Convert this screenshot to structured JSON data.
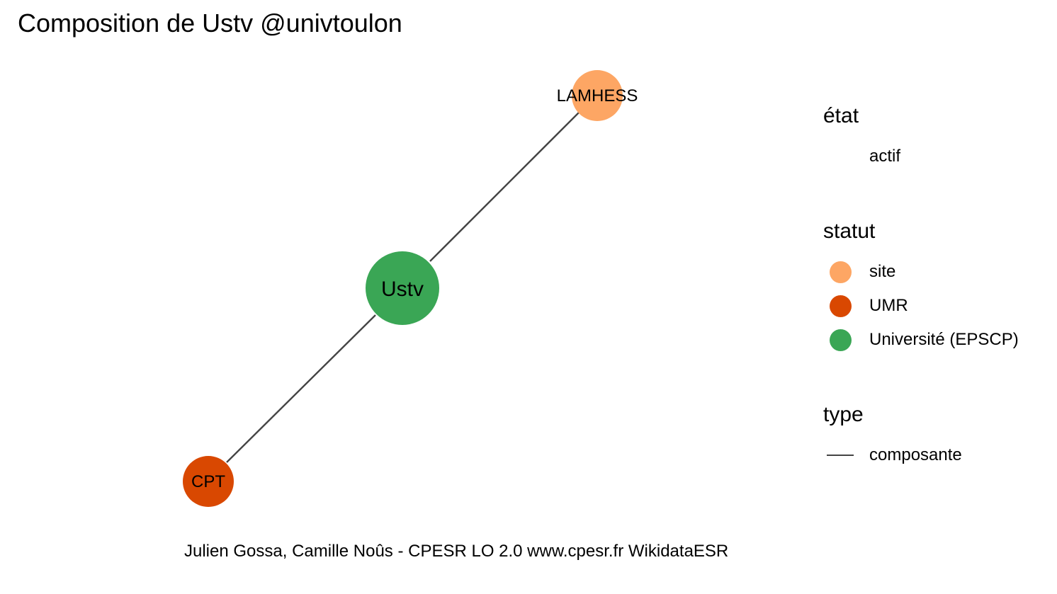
{
  "title": "Composition de Ustv @univtoulon",
  "graph": {
    "nodes": [
      {
        "id": "ustv",
        "label": "Ustv",
        "statut": "Université (EPSCP)",
        "color": "#3aa655"
      },
      {
        "id": "lamhess",
        "label": "LAMHESS",
        "statut": "site",
        "color": "#fda664"
      },
      {
        "id": "cpt",
        "label": "CPT",
        "statut": "UMR",
        "color": "#d94801"
      }
    ],
    "edges": [
      {
        "from": "ustv",
        "to": "lamhess",
        "type": "composante"
      },
      {
        "from": "ustv",
        "to": "cpt",
        "type": "composante"
      }
    ],
    "edge_color": "#444444"
  },
  "legend": {
    "etat": {
      "title": "état",
      "items": [
        {
          "label": "actif"
        }
      ]
    },
    "statut": {
      "title": "statut",
      "items": [
        {
          "label": "site",
          "color": "#fda664"
        },
        {
          "label": "UMR",
          "color": "#d94801"
        },
        {
          "label": "Université (EPSCP)",
          "color": "#3aa655"
        }
      ]
    },
    "type": {
      "title": "type",
      "items": [
        {
          "label": "composante",
          "color": "#444444"
        }
      ]
    }
  },
  "caption": "Julien Gossa, Camille Noûs - CPESR LO 2.0 www.cpesr.fr WikidataESR"
}
